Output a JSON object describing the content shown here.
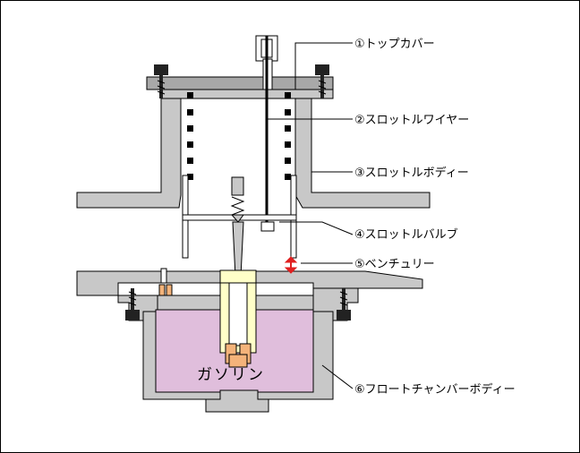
{
  "labels": [
    {
      "id": "top-cover",
      "text": "①トップカバー"
    },
    {
      "id": "throttle-wire",
      "text": "②スロットルワイヤー"
    },
    {
      "id": "throttle-body",
      "text": "③スロットルボディー"
    },
    {
      "id": "throttle-valve",
      "text": "④スロットルバルブ"
    },
    {
      "id": "venturi",
      "text": "⑤ベンチュリー"
    },
    {
      "id": "float-chamber-body",
      "text": "⑥フロートチャンバーボディー"
    }
  ],
  "fuel_label": "ガソリン",
  "colors": {
    "body_gray": "#c8c8c8",
    "fuel": "#e0bedc",
    "jet": "#ffffc8",
    "jet_orange": "#f4b37a",
    "screw": "#222222",
    "arrow_red": "#e02020"
  }
}
